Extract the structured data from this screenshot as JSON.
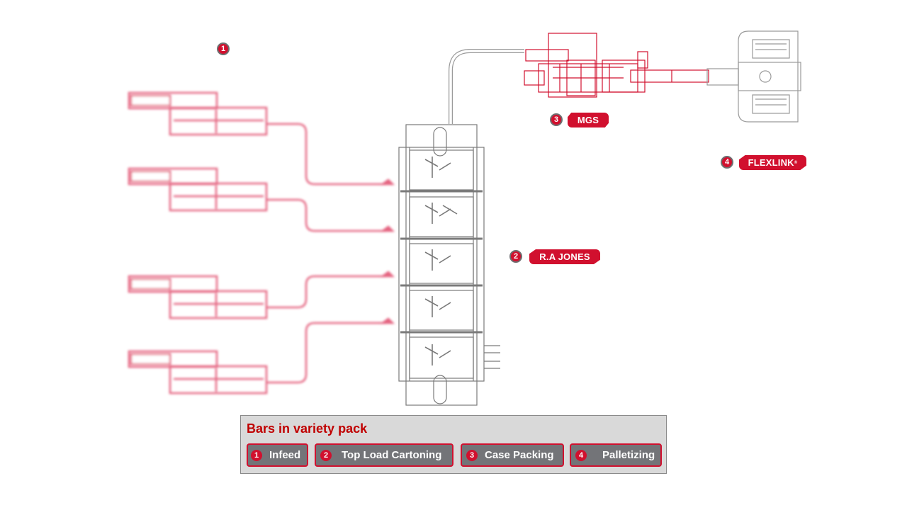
{
  "diagram": {
    "title": "Bars in variety pack line layout",
    "colors": {
      "accent": "#d1102e",
      "line_gray": "#7a7a7a",
      "legend_bg": "#d9d9d9",
      "button_bg": "#737478",
      "title_red": "#c00000"
    },
    "markers": [
      {
        "number": "1",
        "label": ""
      },
      {
        "number": "2",
        "label": "R.A JONES"
      },
      {
        "number": "3",
        "label": "MGS"
      },
      {
        "number": "4",
        "label": "FLEXLINK"
      }
    ],
    "flexlink_mark": "®"
  },
  "legend": {
    "title": "Bars in variety pack",
    "items": [
      {
        "number": "1",
        "label": "Infeed"
      },
      {
        "number": "2",
        "label": "Top Load Cartoning"
      },
      {
        "number": "3",
        "label": "Case Packing"
      },
      {
        "number": "4",
        "label": "Palletizing"
      }
    ]
  }
}
